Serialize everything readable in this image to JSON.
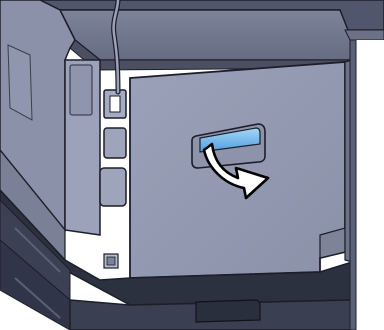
{
  "illustration": {
    "subject": "printer-rear-cover",
    "action": "pull-cover-open",
    "highlight_part": "rear-cover-release-lever",
    "colors": {
      "body": "#8f96ad",
      "body_light": "#a9afc4",
      "body_dark": "#5a6076",
      "shadow": "#2f3342",
      "outline": "#1c1f2a",
      "lever_highlight": "#6ab4ec",
      "arrow_fill": "#ffffff",
      "arrow_outline": "#000000"
    }
  }
}
